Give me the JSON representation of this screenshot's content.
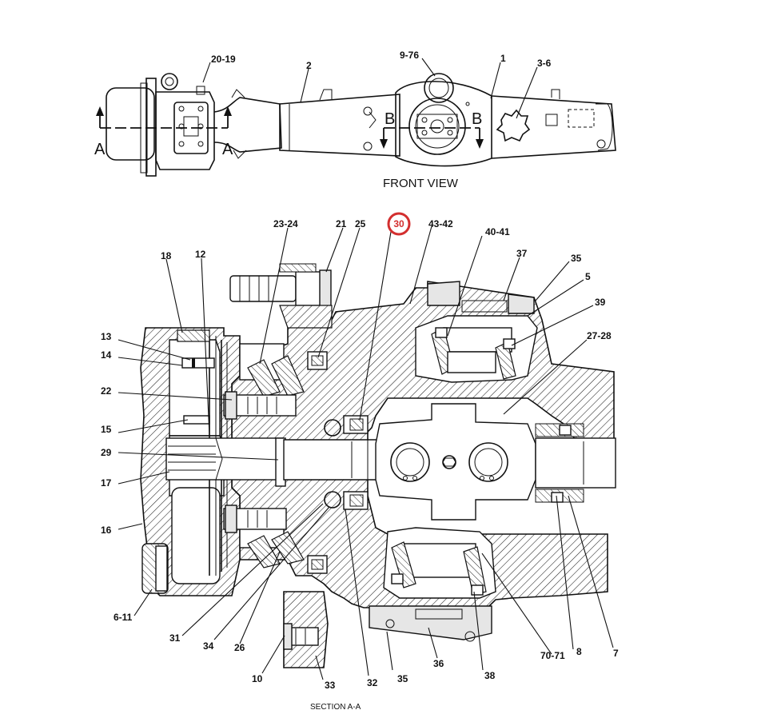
{
  "front_view": {
    "title": "FRONT VIEW",
    "section_a_left": "A",
    "section_a_right": "A",
    "section_b_left": "B",
    "section_b_right": "B",
    "callouts": [
      "20-19",
      "2",
      "9-76",
      "1",
      "3-6"
    ]
  },
  "section_view": {
    "caption": "SECTION A-A",
    "highlighted_callout": "30",
    "highlight_color": "#d32f2f",
    "callouts_top": [
      "23-24",
      "21",
      "25",
      "43-42",
      "40-41",
      "18",
      "12",
      "37",
      "35",
      "5",
      "39",
      "27-28"
    ],
    "callouts_left": [
      "13",
      "14",
      "22",
      "15",
      "29",
      "17",
      "16",
      "6-11"
    ],
    "callouts_bottom": [
      "31",
      "34",
      "26",
      "10",
      "33",
      "32",
      "35",
      "36",
      "38",
      "70-71",
      "8",
      "7"
    ]
  }
}
